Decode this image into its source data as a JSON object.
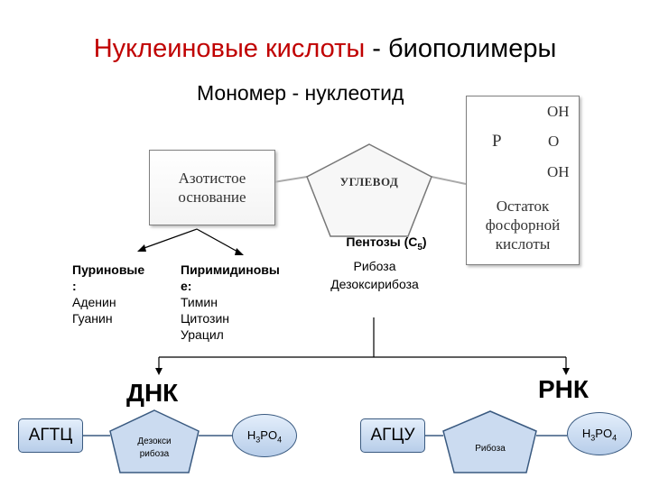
{
  "title": {
    "main": "Нуклеиновые кислоты",
    "rest": " - биополимеры"
  },
  "subtitle": "Мономер - нуклеотид",
  "nucleotide": {
    "base_line1": "Азотистое",
    "base_line2": "основание",
    "sugar": "УГЛЕВОД",
    "phosphate": {
      "p": "P",
      "oh1": "OH",
      "o": "O",
      "oh2": "OH",
      "line1": "Остаток",
      "line2": "фосфорной",
      "line3": "кислоты"
    }
  },
  "pentoses": {
    "heading": "Пентозы (C",
    "sub": "5",
    "close": ")",
    "item1": "Рибоза",
    "item2": "Дезоксирибоза"
  },
  "purines": {
    "heading1": "Пуриновые",
    "heading2": ":",
    "item1": "Аденин",
    "item2": "Гуанин"
  },
  "pyrimidines": {
    "heading1": "Пиримидиновы",
    "heading2": "е:",
    "item1": "Тимин",
    "item2": "Цитозин",
    "item3": "Урацил"
  },
  "dna": {
    "label": "ДНК",
    "bases": "АГТЦ",
    "sugar_line1": "Дезокси",
    "sugar_line2": "рибоза",
    "acid": {
      "h": "H",
      "h_sub": "3",
      "po": "PO",
      "po_sub": "4"
    }
  },
  "rna": {
    "label": "РНК",
    "bases": "АГЦУ",
    "sugar": "Рибоза",
    "acid": {
      "h": "H",
      "h_sub": "3",
      "po": "PO",
      "po_sub": "4"
    }
  }
}
